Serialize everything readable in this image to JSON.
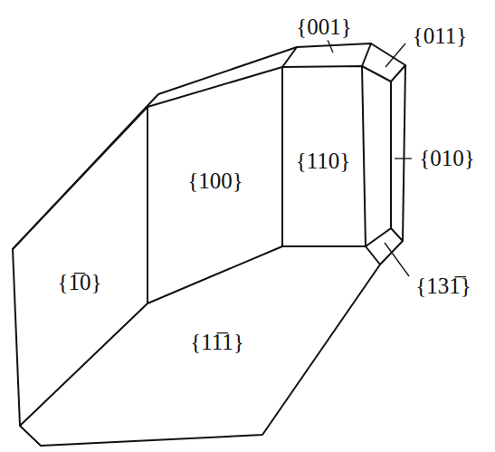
{
  "diagram": {
    "labels": [
      "{001}",
      "{011}",
      "{100}",
      "{110}",
      "{010}",
      "{1̅0}",
      "{11̅1}",
      "{131̅}"
    ]
  }
}
